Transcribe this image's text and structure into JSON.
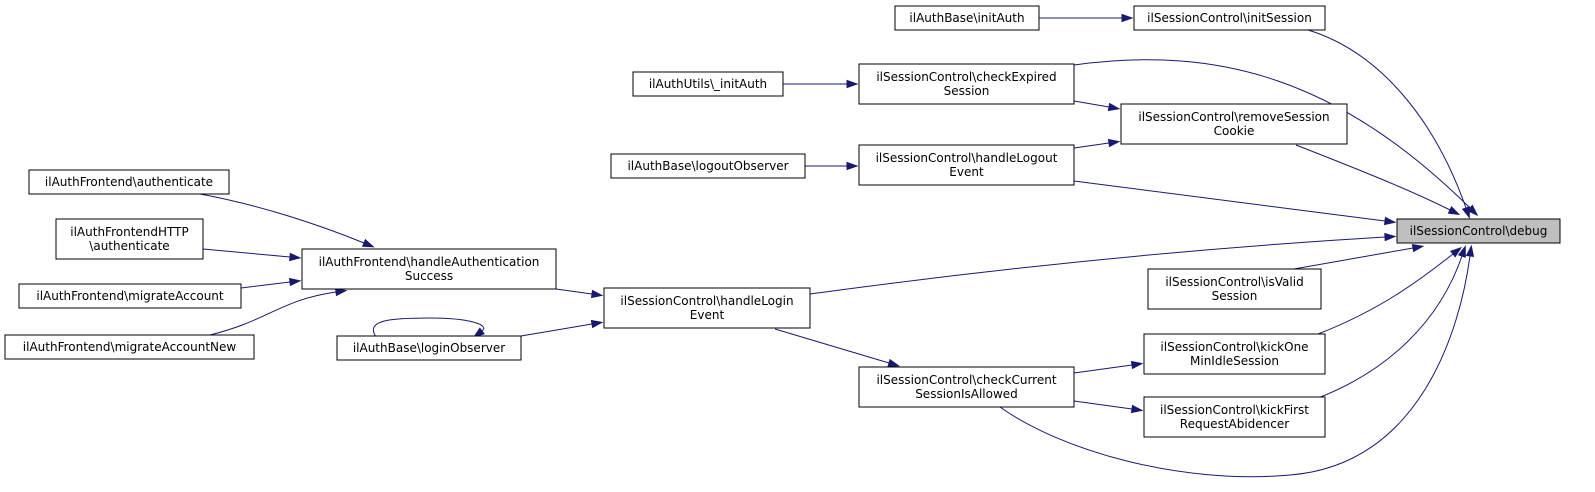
{
  "nodes": [
    {
      "id": "debug",
      "lines": [
        "ilSessionControl\\debug"
      ],
      "highlight": true
    },
    {
      "id": "initSession",
      "lines": [
        "ilSessionControl\\initSession"
      ]
    },
    {
      "id": "initAuth",
      "lines": [
        "ilAuthBase\\initAuth"
      ]
    },
    {
      "id": "checkExpired",
      "lines": [
        "ilSessionControl\\checkExpired",
        "Session"
      ]
    },
    {
      "id": "utilsInitAuth",
      "lines": [
        "ilAuthUtils\\_initAuth"
      ]
    },
    {
      "id": "removeCookie",
      "lines": [
        "ilSessionControl\\removeSession",
        "Cookie"
      ]
    },
    {
      "id": "handleLogout",
      "lines": [
        "ilSessionControl\\handleLogout",
        "Event"
      ]
    },
    {
      "id": "logoutObserver",
      "lines": [
        "ilAuthBase\\logoutObserver"
      ]
    },
    {
      "id": "feAuth",
      "lines": [
        "ilAuthFrontend\\authenticate"
      ]
    },
    {
      "id": "feHttpAuth",
      "lines": [
        "ilAuthFrontendHTTP",
        "\\authenticate"
      ]
    },
    {
      "id": "handleAuthSuccess",
      "lines": [
        "ilAuthFrontend\\handleAuthentication",
        "Success"
      ]
    },
    {
      "id": "migrateAccount",
      "lines": [
        "ilAuthFrontend\\migrateAccount"
      ]
    },
    {
      "id": "migrateAccountNew",
      "lines": [
        "ilAuthFrontend\\migrateAccountNew"
      ]
    },
    {
      "id": "loginObserver",
      "lines": [
        "ilAuthBase\\loginObserver"
      ]
    },
    {
      "id": "handleLogin",
      "lines": [
        "ilSessionControl\\handleLogin",
        "Event"
      ]
    },
    {
      "id": "isValid",
      "lines": [
        "ilSessionControl\\isValid",
        "Session"
      ]
    },
    {
      "id": "kickOne",
      "lines": [
        "ilSessionControl\\kickOne",
        "MinIdleSession"
      ]
    },
    {
      "id": "kickFirst",
      "lines": [
        "ilSessionControl\\kickFirst",
        "RequestAbidencer"
      ]
    },
    {
      "id": "checkCurrent",
      "lines": [
        "ilSessionControl\\checkCurrent",
        "SessionIsAllowed"
      ]
    }
  ],
  "edges": [
    {
      "from": "initAuth",
      "to": "initSession"
    },
    {
      "from": "initSession",
      "to": "debug"
    },
    {
      "from": "utilsInitAuth",
      "to": "checkExpired"
    },
    {
      "from": "checkExpired",
      "to": "debug"
    },
    {
      "from": "checkExpired",
      "to": "removeCookie"
    },
    {
      "from": "removeCookie",
      "to": "debug"
    },
    {
      "from": "handleLogout",
      "to": "removeCookie"
    },
    {
      "from": "logoutObserver",
      "to": "handleLogout"
    },
    {
      "from": "handleLogout",
      "to": "debug"
    },
    {
      "from": "feAuth",
      "to": "handleAuthSuccess"
    },
    {
      "from": "feHttpAuth",
      "to": "handleAuthSuccess"
    },
    {
      "from": "migrateAccount",
      "to": "handleAuthSuccess"
    },
    {
      "from": "migrateAccountNew",
      "to": "handleAuthSuccess"
    },
    {
      "from": "handleAuthSuccess",
      "to": "handleLogin"
    },
    {
      "from": "loginObserver",
      "to": "loginObserver"
    },
    {
      "from": "loginObserver",
      "to": "handleLogin"
    },
    {
      "from": "handleLogin",
      "to": "debug"
    },
    {
      "from": "handleLogin",
      "to": "checkCurrent"
    },
    {
      "from": "isValid",
      "to": "debug"
    },
    {
      "from": "kickOne",
      "to": "debug"
    },
    {
      "from": "kickFirst",
      "to": "debug"
    },
    {
      "from": "checkCurrent",
      "to": "kickOne"
    },
    {
      "from": "checkCurrent",
      "to": "kickFirst"
    },
    {
      "from": "checkCurrent",
      "to": "debug"
    }
  ]
}
